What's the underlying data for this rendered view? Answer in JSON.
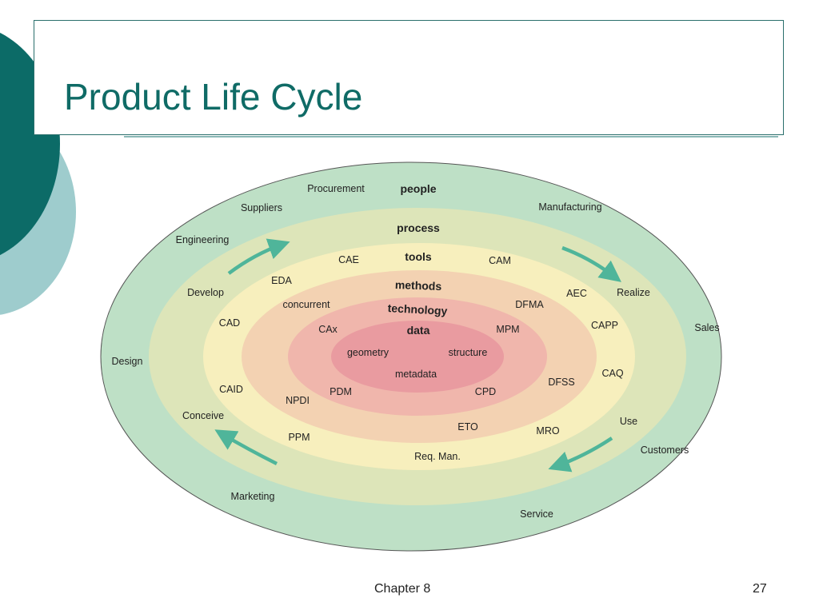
{
  "slide": {
    "title": "Product Life Cycle",
    "footer_chapter": "Chapter 8",
    "page_number": "27"
  },
  "colors": {
    "title": "#0f6b66",
    "deco_dark": "#0c6b67",
    "deco_light": "#9ecccd",
    "ring_outer": "#bee0c6",
    "ring_2": "#dde5b9",
    "ring_3": "#f7efbd",
    "ring_4": "#f3d2b2",
    "ring_5": "#f0b6ac",
    "ring_core": "#e99ba0",
    "arrow": "#4fb59a"
  },
  "diagram": {
    "rings": {
      "people": "people",
      "process": "process",
      "tools": "tools",
      "methods": "methods",
      "technology": "technology",
      "data": "data"
    },
    "core": {
      "geometry": "geometry",
      "structure": "structure",
      "metadata": "metadata"
    },
    "outer": {
      "procurement": "Procurement",
      "suppliers": "Suppliers",
      "manufacturing": "Manufacturing",
      "engineering": "Engineering",
      "sales": "Sales",
      "design": "Design",
      "customers": "Customers",
      "marketing": "Marketing",
      "service": "Service"
    },
    "phases": {
      "develop": "Develop",
      "realize": "Realize",
      "use": "Use",
      "conceive": "Conceive"
    },
    "tools": {
      "cae": "CAE",
      "cam": "CAM",
      "eda": "EDA",
      "aec": "AEC",
      "cad": "CAD",
      "capp": "CAPP",
      "caq": "CAQ",
      "caid": "CAID",
      "ppm": "PPM",
      "mro": "MRO",
      "req_man": "Req. Man."
    },
    "methods": {
      "concurrent": "concurrent",
      "dfma": "DFMA",
      "npdi": "NPDI",
      "dfss": "DFSS",
      "eto": "ETO"
    },
    "technology": {
      "cax": "CAx",
      "mpm": "MPM",
      "pdm": "PDM",
      "cpd": "CPD"
    }
  }
}
